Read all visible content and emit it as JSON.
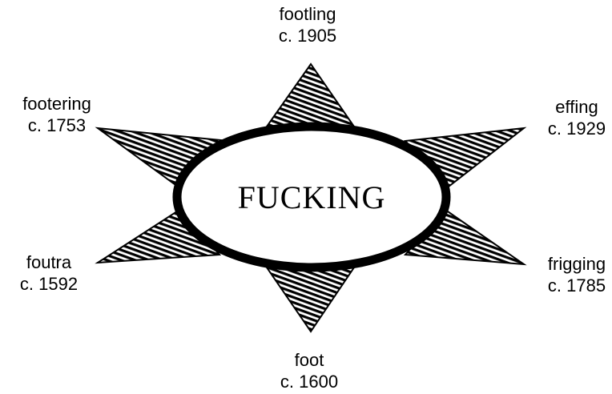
{
  "center": {
    "word": "FUCKING"
  },
  "variants": [
    {
      "word": "footling",
      "date": "c. 1905"
    },
    {
      "word": "footering",
      "date": "c. 1753"
    },
    {
      "word": "effing",
      "date": "c. 1929"
    },
    {
      "word": "foutra",
      "date": "c. 1592"
    },
    {
      "word": "frigging",
      "date": "c. 1785"
    },
    {
      "word": "foot",
      "date": "c. 1600"
    }
  ],
  "colors": {
    "ink": "#000000",
    "paper": "#ffffff"
  }
}
